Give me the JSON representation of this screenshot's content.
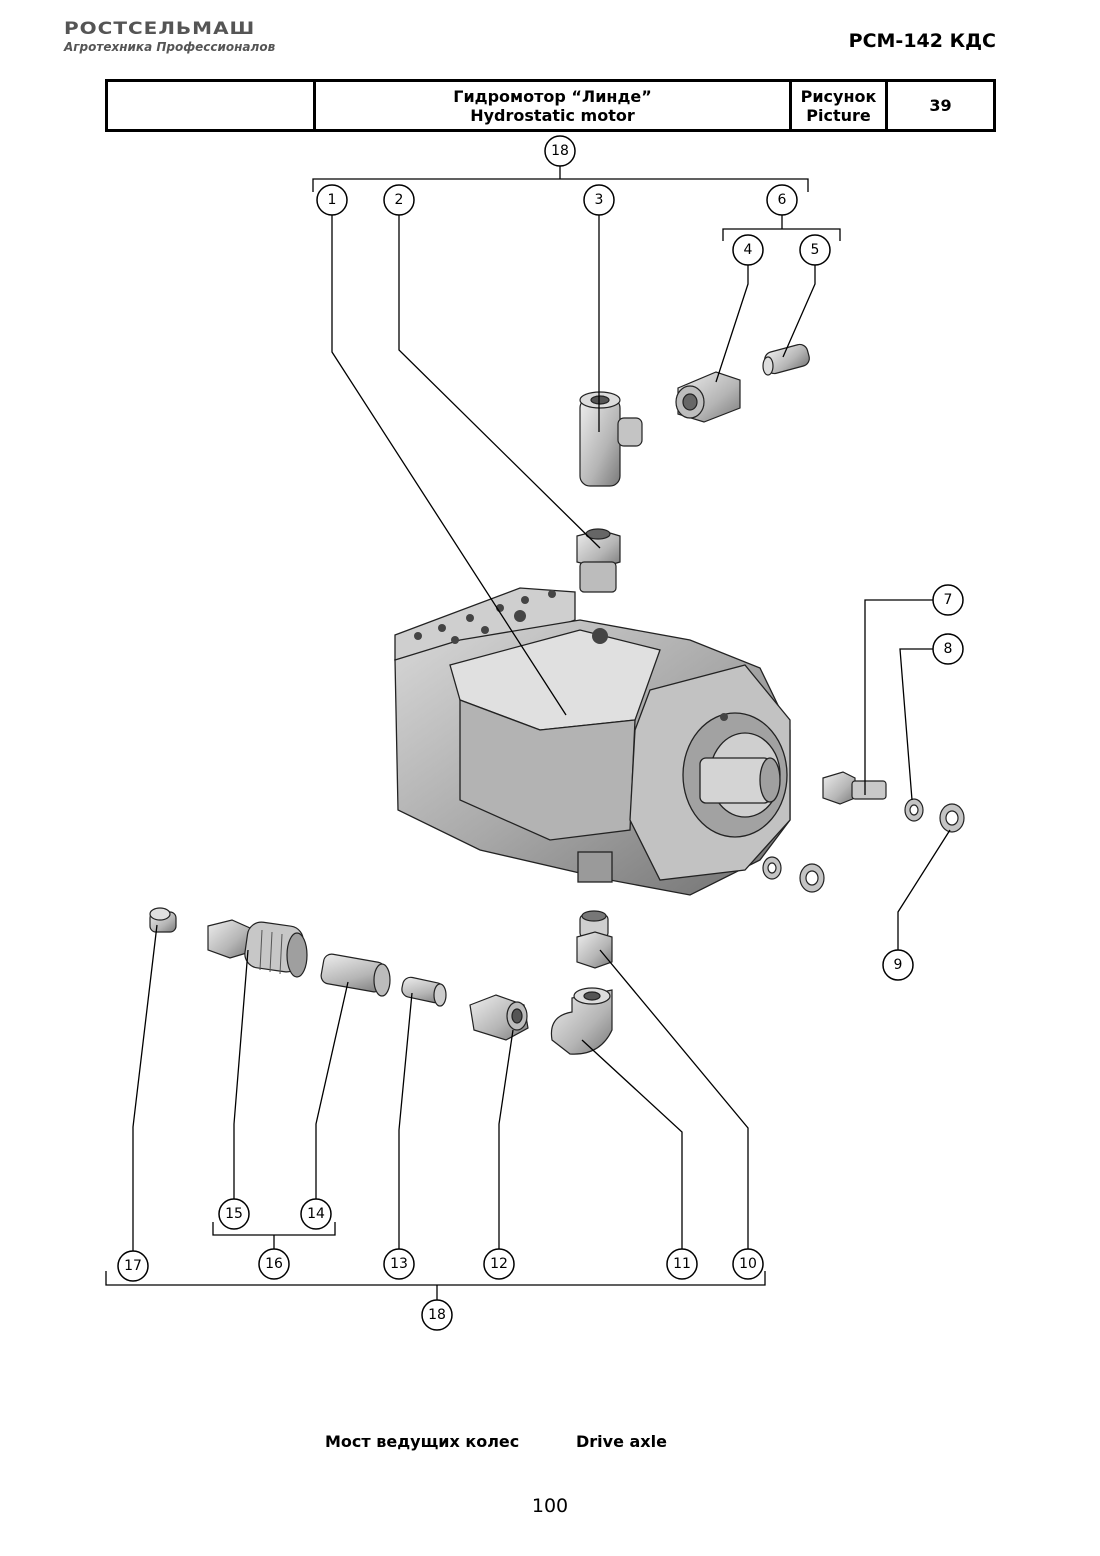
{
  "header": {
    "brand": "РОСТСЕЛЬМАШ",
    "tagline": "Агротехника Профессионалов",
    "model": "РСМ-142 КДС"
  },
  "title_block": {
    "name_ru": "Гидромотор “Линде”",
    "name_en": "Hydrostatic motor",
    "picture_ru": "Рисунок",
    "picture_en": "Picture",
    "picture_number": "39"
  },
  "callouts": {
    "c1": "1",
    "c2": "2",
    "c3": "3",
    "c4": "4",
    "c5": "5",
    "c6": "6",
    "c7": "7",
    "c8": "8",
    "c9": "9",
    "c10": "10",
    "c11": "11",
    "c12": "12",
    "c13": "13",
    "c14": "14",
    "c15": "15",
    "c16": "16",
    "c17": "17",
    "c18_top": "18",
    "c18_bottom": "18"
  },
  "footer": {
    "section_ru": "Мост ведущих колес",
    "section_en": "Drive axle",
    "page_number": "100"
  }
}
